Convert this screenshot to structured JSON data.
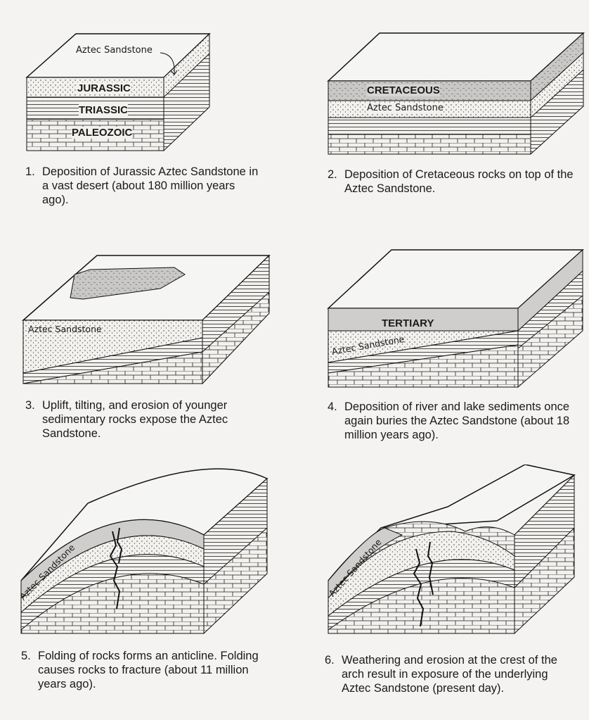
{
  "labels": {
    "aztec": "Aztec Sandstone",
    "jurassic": "JURASSIC",
    "triassic": "TRIASSIC",
    "paleozoic": "PALEOZOIC",
    "cretaceous": "CRETACEOUS",
    "tertiary": "TERTIARY"
  },
  "captions": [
    {
      "num": "1.",
      "text": "Deposition  of Jurassic Aztec Sandstone in a vast desert (about 180 million years  ago)."
    },
    {
      "num": "2.",
      "text": "Deposition of Cretaceous rocks on top of the Aztec Sandstone."
    },
    {
      "num": "3.",
      "text": "Uplift, tilting, and erosion of younger sedimentary rocks expose the Aztec Sandstone."
    },
    {
      "num": "4.",
      "text": "Deposition of river and lake sediments once again buries the Aztec Sandstone (about 18 million years ago)."
    },
    {
      "num": "5.",
      "text": "Folding of rocks forms an anticline. Folding causes rocks to fracture (about 11 million years ago)."
    },
    {
      "num": "6.",
      "text": "Weathering and erosion at the crest of the arch result in exposure of the underlying Aztec Sandstone (present day)."
    }
  ]
}
